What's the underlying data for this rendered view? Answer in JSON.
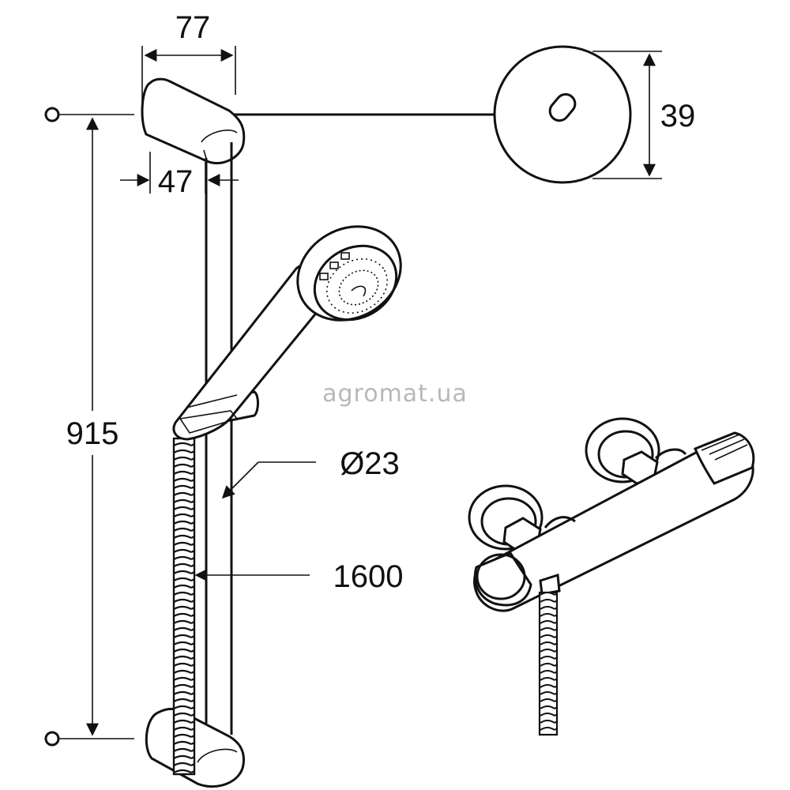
{
  "dimensions": {
    "bracket_width": "77",
    "bracket_depth": "47",
    "rail_length": "915",
    "rosette_diameter": "39",
    "rail_diameter": "Ø23",
    "hose_length": "1600"
  },
  "watermark": "agromat.ua"
}
